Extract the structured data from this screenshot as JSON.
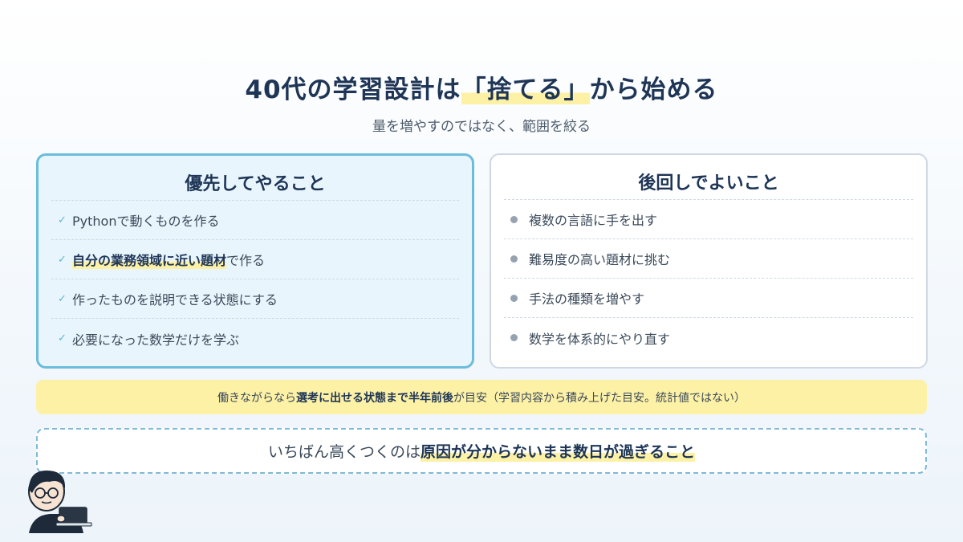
{
  "header": {
    "title_pre": "40代の学習設計は",
    "title_highlight": "「捨てる」",
    "title_post": "から始める",
    "subtitle": "量を増やすのではなく、範囲を絞る"
  },
  "priority": {
    "title": "優先してやること",
    "check_glyph": "✓",
    "item1": "Pythonで動くものを作る",
    "item2_strong": "自分の業務領域に近い題材",
    "item2_rest": "で作る",
    "item3": "作ったものを説明できる状態にする",
    "item4": "必要になった数学だけを学ぶ"
  },
  "later": {
    "title": "後回しでよいこと",
    "items": [
      "複数の言語に手を出す",
      "難易度の高い題材に挑む",
      "手法の種類を増やす",
      "数学を体系的にやり直す"
    ]
  },
  "note": {
    "pre": "働きながらなら",
    "bold": "選考に出せる状態まで半年前後",
    "post": "が目安（学習内容から積み上げた目安。統計値ではない）"
  },
  "callout": {
    "pre": "いちばん高くつくのは",
    "strong": "原因が分からないまま数日が過ぎること"
  },
  "colors": {
    "accent": "#6cbcdb",
    "highlight": "#fdf1a6",
    "navy": "#1e3556"
  }
}
